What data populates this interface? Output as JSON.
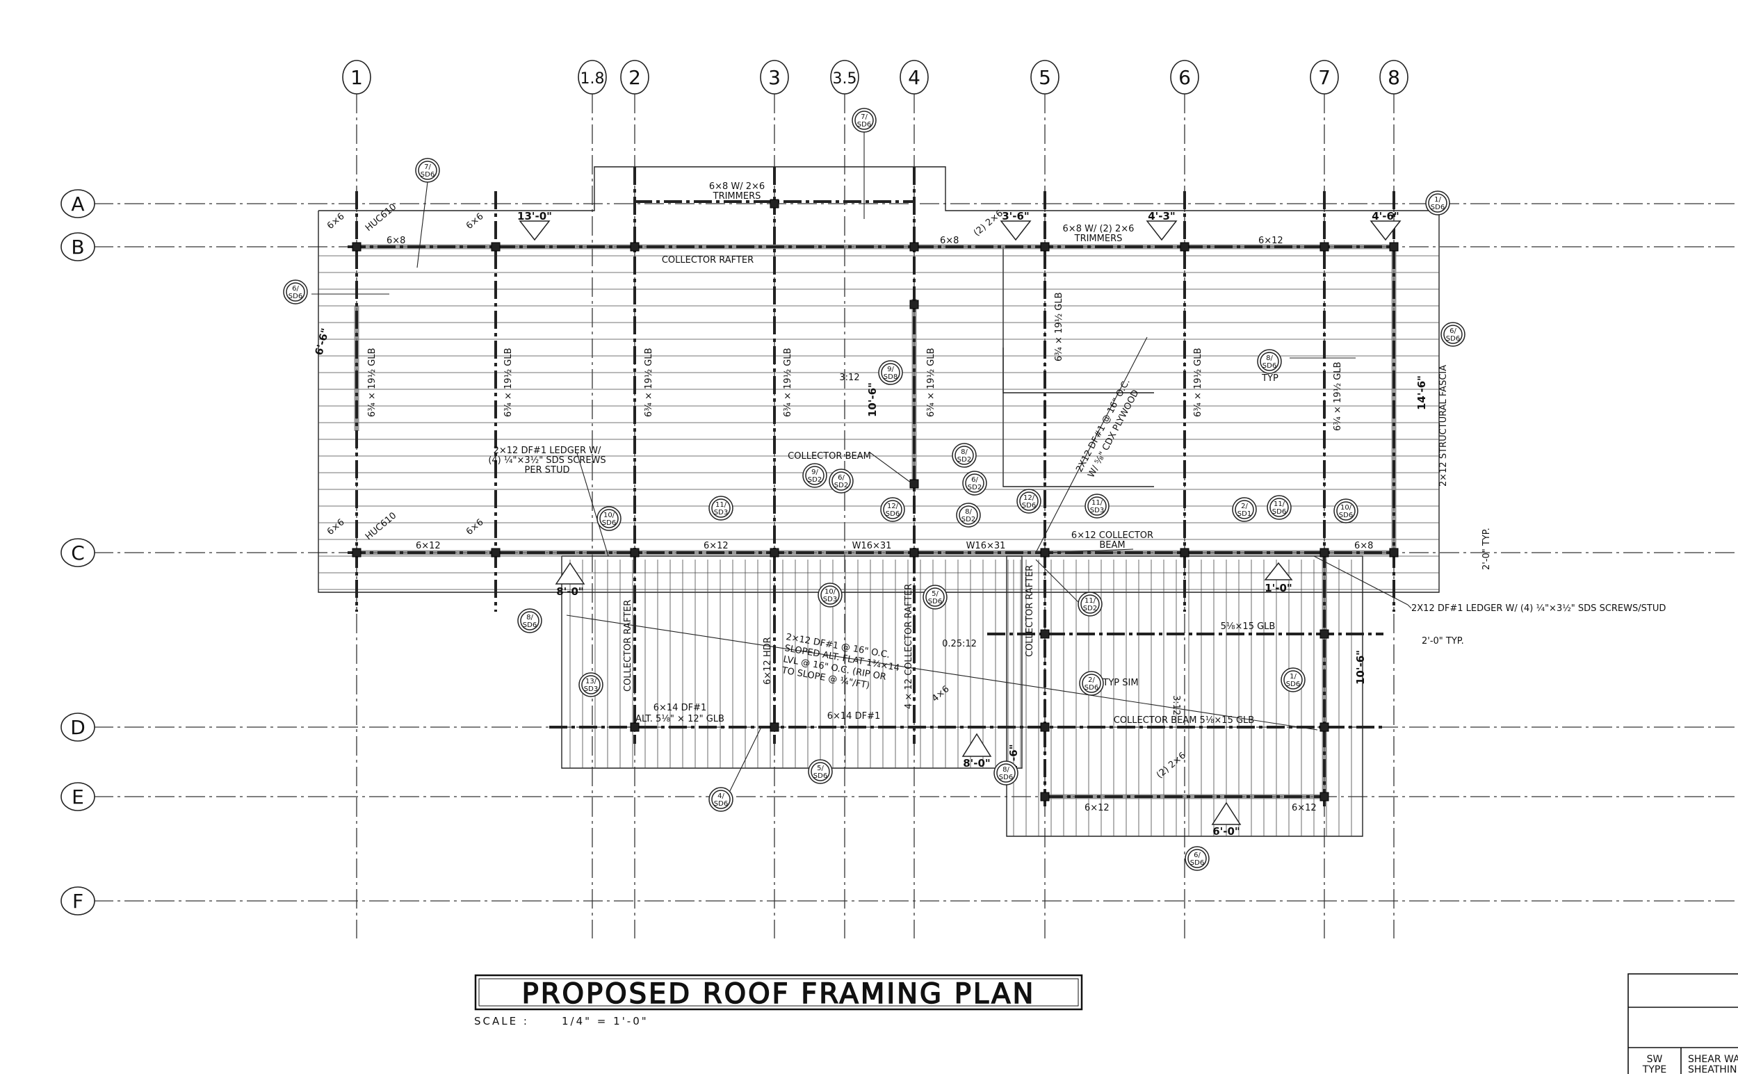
{
  "title": "PROPOSED ROOF FRAMING PLAN",
  "scale": {
    "label": "SCALE :",
    "value": "1/4\" = 1'-0\""
  },
  "grid_columns": [
    "1",
    "1.8",
    "2",
    "3",
    "3.5",
    "4",
    "5",
    "6",
    "7",
    "8"
  ],
  "grid_rows": [
    "A",
    "B",
    "C",
    "D",
    "E",
    "F"
  ],
  "detail_callouts": [
    "7/ SD6",
    "7/ SD6",
    "6/ SD6",
    "1/ SD6",
    "6/ SD6",
    "9/ SD8",
    "8/ SD6",
    "9/ SD2",
    "6/ SD2",
    "8/ SD2",
    "6/ SD2",
    "12/ SD6",
    "12/ SD6",
    "8/ SD2",
    "11/ SD3",
    "10/ SD6",
    "2/ SD1",
    "11/ SD6",
    "10/ SD6",
    "11/ SD3",
    "10/ SD3",
    "5/ SD6",
    "11/ SD2",
    "8/ SD6",
    "13/ SD3",
    "4/ SD6",
    "5/ SD6",
    "8/ SD6",
    "2/ SD6",
    "1/ SD6",
    "6/ SD6"
  ],
  "labels": {
    "trimmers_a": "6×8 W/ 2×6",
    "trimmers_a2": "TRIMMERS",
    "trimmers_b": "6×8 W/ (2) 2×6",
    "trimmers_b2": "TRIMMERS",
    "collector_rafter": "COLLECTOR RAFTER",
    "collector_beam": "COLLECTOR BEAM",
    "ledger_1": "2×12 DF#1 LEDGER W/",
    "ledger_2": "(4) ¼\"×3½\" SDS SCREWS",
    "ledger_3": "PER STUD",
    "ledger_right": "2X12 DF#1 LEDGER W/ (4) ¼\"×3½\" SDS SCREWS/STUD",
    "typ_a": "2'-0\" TYP.",
    "typ_b": "2'-0\" TYP.",
    "glb": "6¾ × 19½ GLB",
    "pitch_312": "3:12",
    "pitch_025": "0.25:12",
    "pitch_312b": "3:12",
    "plywood_1": "2X12 DF#1 @ 16\" O.C.",
    "plywood_2": "W/ ⅝\" CDX PLYWOOD",
    "w1631_a": "W16×31",
    "w1631_b": "W16×31",
    "collector_beam_6x12_1": "6×12 COLLECTOR",
    "collector_beam_6x12_2": "BEAM",
    "glb_5_15": "5⅛×15 GLB",
    "collector_beam_d": "COLLECTOR BEAM 5⅛×15 GLB",
    "sloped_1": "2×12 DF#1 @ 16\" O.C.",
    "sloped_2": "SLOPED ALT. FLAT 1¾×14",
    "sloped_3": "LVL @ 16\" O.C. (RIP OR",
    "sloped_4": "TO SLOPE @ ¼\"/FT)",
    "hdr": "6×12 HDR",
    "x4_12_collector": "4 × 12 COLLECTOR RAFTER",
    "collector_rafter_vert": "COLLECTOR RAFTER",
    "collector_rafter_e": "COLLECTOR RAFTER",
    "d_beam": "6×14 DF#1",
    "d_beam_alt": "ALT. 5⅛\" × 12\" GLB",
    "d_beam2": "6×14 DF#1",
    "fascia": "2×12 STRUCTURAL FASCIA",
    "typ": "TYP",
    "typ_sim": "TYP SIM",
    "sz_6x8": "6×8",
    "sz_6x12": "6×12",
    "sz_6x6": "6×6",
    "sz_4x6": "4×6",
    "sz_hucq": "HUC610",
    "sz_2_2x6": "(2) 2×6",
    "sz_6x8_c": "6×8",
    "sz_6x12_c": "6×12",
    "sz_6x12_e": "6×12",
    "sz_6x12_e2": "6×12",
    "sz_6x8_b": "6×8"
  },
  "dimension_tags": [
    "13'-0\"",
    "3'-6\"",
    "4'-3\"",
    "4'-6\"",
    "6'-6\"",
    "10'-6\"",
    "14'-6\"",
    "8'-0\"",
    "1'-0\"",
    "10'-6\"",
    "8'-0\"",
    "4'-6\"",
    "6'-0\""
  ],
  "title_block": {
    "sw_type_1": "SW",
    "sw_type_2": "TYPE",
    "shear_1": "SHEAR WA",
    "shear_2": "SHEATHIN"
  }
}
